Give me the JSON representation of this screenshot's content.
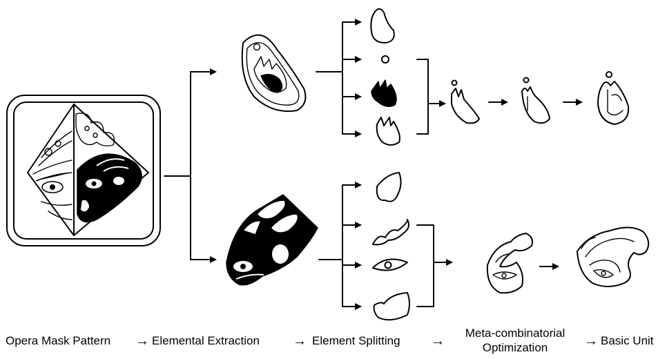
{
  "stages": [
    {
      "id": "opera-mask-pattern",
      "label": "Opera Mask Pattern"
    },
    {
      "id": "elemental-extraction",
      "label": "Elemental Extraction"
    },
    {
      "id": "element-splitting",
      "label": "Element Splitting"
    },
    {
      "id": "meta-combinatorial-optimization",
      "label_line1": "Meta-combinatorial",
      "label_line2": "Optimization"
    },
    {
      "id": "basic-unit",
      "label": "Basic Unit"
    }
  ],
  "flow_arrow_glyph": "→",
  "colors": {
    "ink": "#000000",
    "background": "#ffffff"
  }
}
